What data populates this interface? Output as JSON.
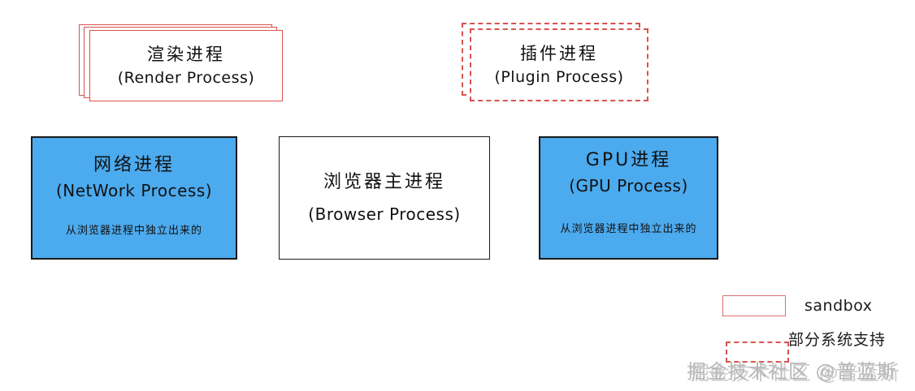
{
  "diagram": {
    "title_context": "Chrome browser multi-process architecture",
    "colors": {
      "sandbox_red": "#d9534f",
      "process_blue": "#4CAAEE",
      "box_black": "#1a1a1a",
      "watermark_gray": "#b8b8b8"
    },
    "boxes": [
      {
        "id": "render-process",
        "cn": "渲染进程",
        "en": "(Render Process)",
        "note": "",
        "style": "red-solid-stacked"
      },
      {
        "id": "plugin-process",
        "cn": "插件进程",
        "en": "(Plugin Process)",
        "note": "",
        "style": "red-dashed-stacked"
      },
      {
        "id": "network-process",
        "cn": "网络进程",
        "en": "(NetWork Process)",
        "note": "从浏览器进程中独立出来的",
        "style": "blue-filled"
      },
      {
        "id": "browser-process",
        "cn": "浏览器主进程",
        "en": "(Browser Process)",
        "note": "",
        "style": "white-outlined"
      },
      {
        "id": "gpu-process",
        "cn": "GPU进程",
        "en": "(GPU Process)",
        "note": "从浏览器进程中独立出来的",
        "style": "blue-filled"
      }
    ],
    "legend": [
      {
        "id": "sandbox",
        "label": "sandbox",
        "swatch": "solid-red-rectangle"
      },
      {
        "id": "partial-support",
        "label": "部分系统支持",
        "swatch": "dashed-red-rectangle"
      }
    ],
    "watermark": "掘金技术社区 @普蓝斯"
  }
}
